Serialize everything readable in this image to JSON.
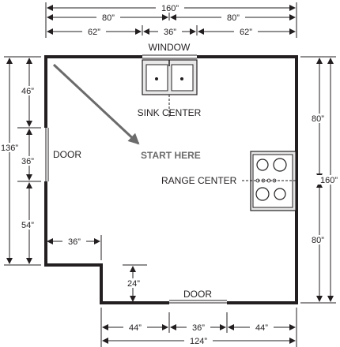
{
  "dimensions": {
    "top_total": "160”",
    "top_half_left": "80”",
    "top_half_right": "80”",
    "top_left_seg": "62”",
    "window_width": "36”",
    "top_right_seg": "62”",
    "left_total": "136”",
    "left_top": "46”",
    "left_door": "36”",
    "left_bottom": "54”",
    "right_total": "160”",
    "right_top": "80”",
    "right_bottom": "80”",
    "notch_width": "36”",
    "notch_depth": "24”",
    "bottom_left_seg": "44”",
    "bottom_door": "36”",
    "bottom_right_seg": "44”",
    "bottom_total": "124”"
  },
  "labels": {
    "window": "WINDOW",
    "sink_center": "SINK CENTER",
    "start_here": "START HERE",
    "range_center": "RANGE CENTER",
    "door_left": "DOOR",
    "door_bottom": "DOOR"
  },
  "colors": {
    "line": "#231f20",
    "start_text": "#6b6b6b",
    "appliance_fill": "#e8e8e8"
  },
  "icons": {
    "sink": "double-sink-icon",
    "range": "four-burner-range-icon",
    "arrow": "start-arrow-icon"
  }
}
